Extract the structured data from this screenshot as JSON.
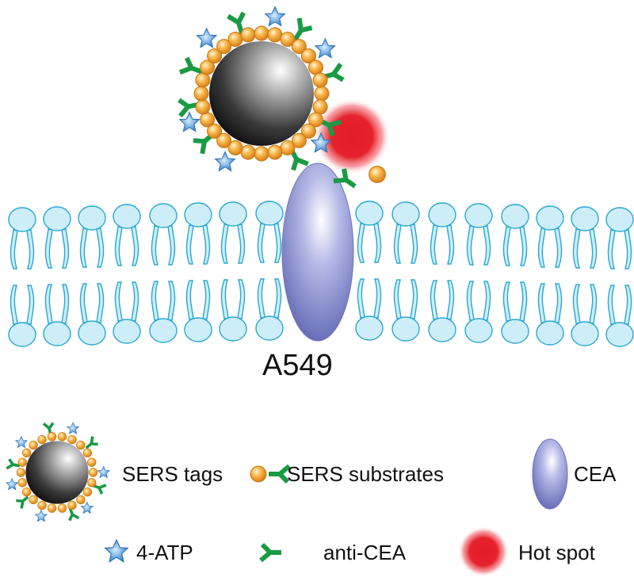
{
  "diagram": {
    "cell_label": "A549",
    "legend": [
      {
        "key": "sers_tags",
        "label": "SERS tags"
      },
      {
        "key": "sers_substrates",
        "label": "SERS substrates"
      },
      {
        "key": "cea",
        "label": "CEA"
      },
      {
        "key": "atp",
        "label": "4-ATP"
      },
      {
        "key": "anti_cea",
        "label": "anti-CEA"
      },
      {
        "key": "hot_spot",
        "label": "Hot spot"
      }
    ]
  },
  "colors": {
    "membrane_fill": "#cdeef8",
    "membrane_stroke": "#2aa7d4",
    "gold_bead": "#f5a83a",
    "antibody": "#1a9a45",
    "star": "#3f8fd6",
    "cea": "#7b82c6",
    "hot_spot": "#e3202a"
  }
}
